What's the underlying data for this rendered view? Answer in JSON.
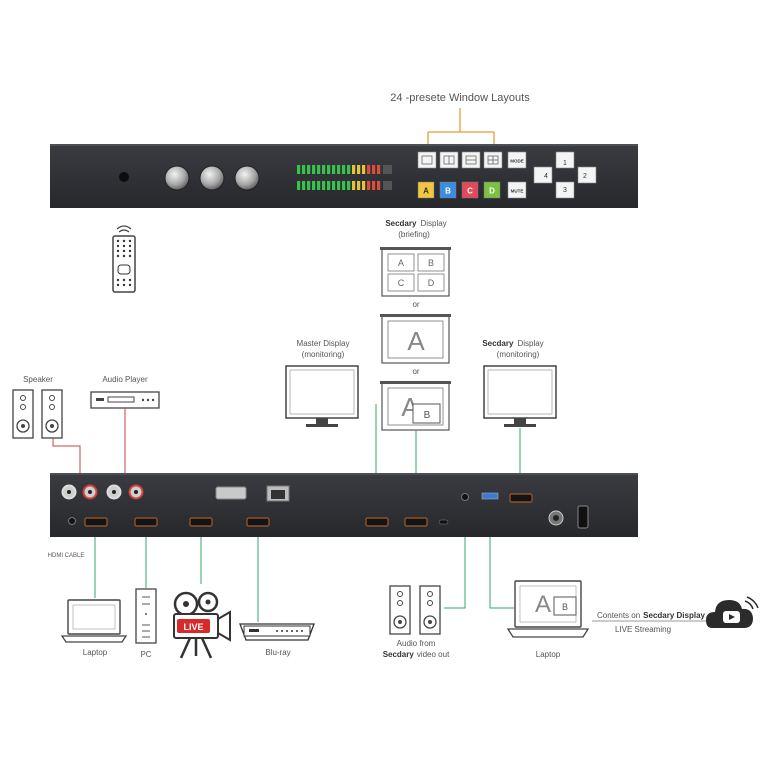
{
  "title": "24 -presete Window Layouts",
  "front_panel": {
    "layout_keys": [
      "A",
      "B",
      "C",
      "D"
    ],
    "mode_label": "MODE",
    "mute_label": "MUTE",
    "nav_keys": [
      "1",
      "2",
      "3",
      "4"
    ]
  },
  "displays": {
    "secondary_briefing": {
      "name": "Secdary",
      "suffix": "Display",
      "sub": "(briefing)"
    },
    "quad_cells": [
      "A",
      "B",
      "C",
      "D"
    ],
    "or_label": "or",
    "single_letter": "A",
    "pip_main": "A",
    "pip_inset": "B",
    "master": {
      "line1": "Master Display",
      "line2": "(monitoring)"
    },
    "secondary_monitor": {
      "name": "Secdary",
      "suffix": "Display",
      "sub": "(monitoring)"
    }
  },
  "audio_inputs": {
    "speaker": "Speaker",
    "audio_player": "Audio Player"
  },
  "rear_panel": {
    "hdmi_cable_label": "HDMI CABLE"
  },
  "sources": {
    "laptop": "Laptop",
    "pc": "PC",
    "live_badge": "LIVE",
    "bluray": "Blu-ray"
  },
  "outputs": {
    "audio_line1": "Audio from",
    "audio_line2_bold": "Secdary",
    "audio_line2_rest": "video out",
    "laptop_label": "Laptop",
    "laptop_screen_main": "A",
    "laptop_screen_inset": "B",
    "contents_prefix": "Contents on",
    "contents_bold": "Secdary Display",
    "streaming": "LIVE Streaming"
  },
  "colors": {
    "panel": "#2b2d31",
    "orange": "#e89a3c",
    "green_line": "#2fa96a",
    "red_line": "#d0413f",
    "key_a": "#f2c641",
    "key_b": "#3c8de0",
    "key_c": "#e04a5a",
    "key_d": "#7cc142"
  }
}
